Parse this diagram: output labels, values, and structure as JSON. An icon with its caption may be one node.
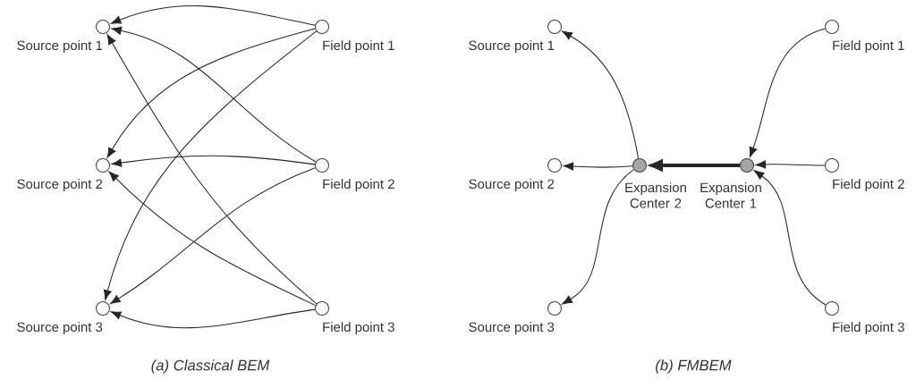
{
  "diagram": {
    "nodes": [
      {
        "text": [
          "Source point 1"
        ]
      },
      {
        "text": [
          "Field point 1"
        ]
      },
      {
        "text": [
          "Source point 2"
        ]
      },
      {
        "text": [
          "Field point 2"
        ]
      },
      {
        "text": [
          "Source point 3"
        ]
      },
      {
        "text": [
          "Field point 3"
        ]
      },
      {
        "text": [
          "Source point 1"
        ]
      },
      {
        "text": [
          "Field point 1"
        ]
      },
      {
        "text": [
          "Source point 2"
        ]
      },
      {
        "text": [
          "Expansion Center 2"
        ]
      },
      {
        "text": [
          "Expansion Center 1"
        ]
      },
      {
        "text": [
          "Field point 2"
        ]
      },
      {
        "text": [
          "Source point 3"
        ]
      },
      {
        "text": [
          "Field point 3"
        ]
      }
    ],
    "edges": [
      {
        "from": 1,
        "to": 0,
        "arrow": "to"
      },
      {
        "from": 1,
        "to": 2,
        "arrow": "to"
      },
      {
        "from": 1,
        "to": 4,
        "arrow": "to"
      },
      {
        "from": 3,
        "to": 0,
        "arrow": "to"
      },
      {
        "from": 3,
        "to": 2,
        "arrow": "to"
      },
      {
        "from": 3,
        "to": 4,
        "arrow": "to"
      },
      {
        "from": 5,
        "to": 0,
        "arrow": "to"
      },
      {
        "from": 5,
        "to": 2,
        "arrow": "to"
      },
      {
        "from": 5,
        "to": 4,
        "arrow": "to"
      },
      {
        "from": 7,
        "to": 10,
        "arrow": "to"
      },
      {
        "from": 11,
        "to": 10,
        "arrow": "to"
      },
      {
        "from": 13,
        "to": 10,
        "arrow": "to"
      },
      {
        "from": 10,
        "to": 9,
        "arrow": "to",
        "style": "thick"
      },
      {
        "from": 9,
        "to": 6,
        "arrow": "to"
      },
      {
        "from": 9,
        "to": 8,
        "arrow": "to"
      },
      {
        "from": 9,
        "to": 12,
        "arrow": "to"
      }
    ],
    "labels": [
      "(a) Classical BEM",
      "(b) FMBEM"
    ]
  }
}
